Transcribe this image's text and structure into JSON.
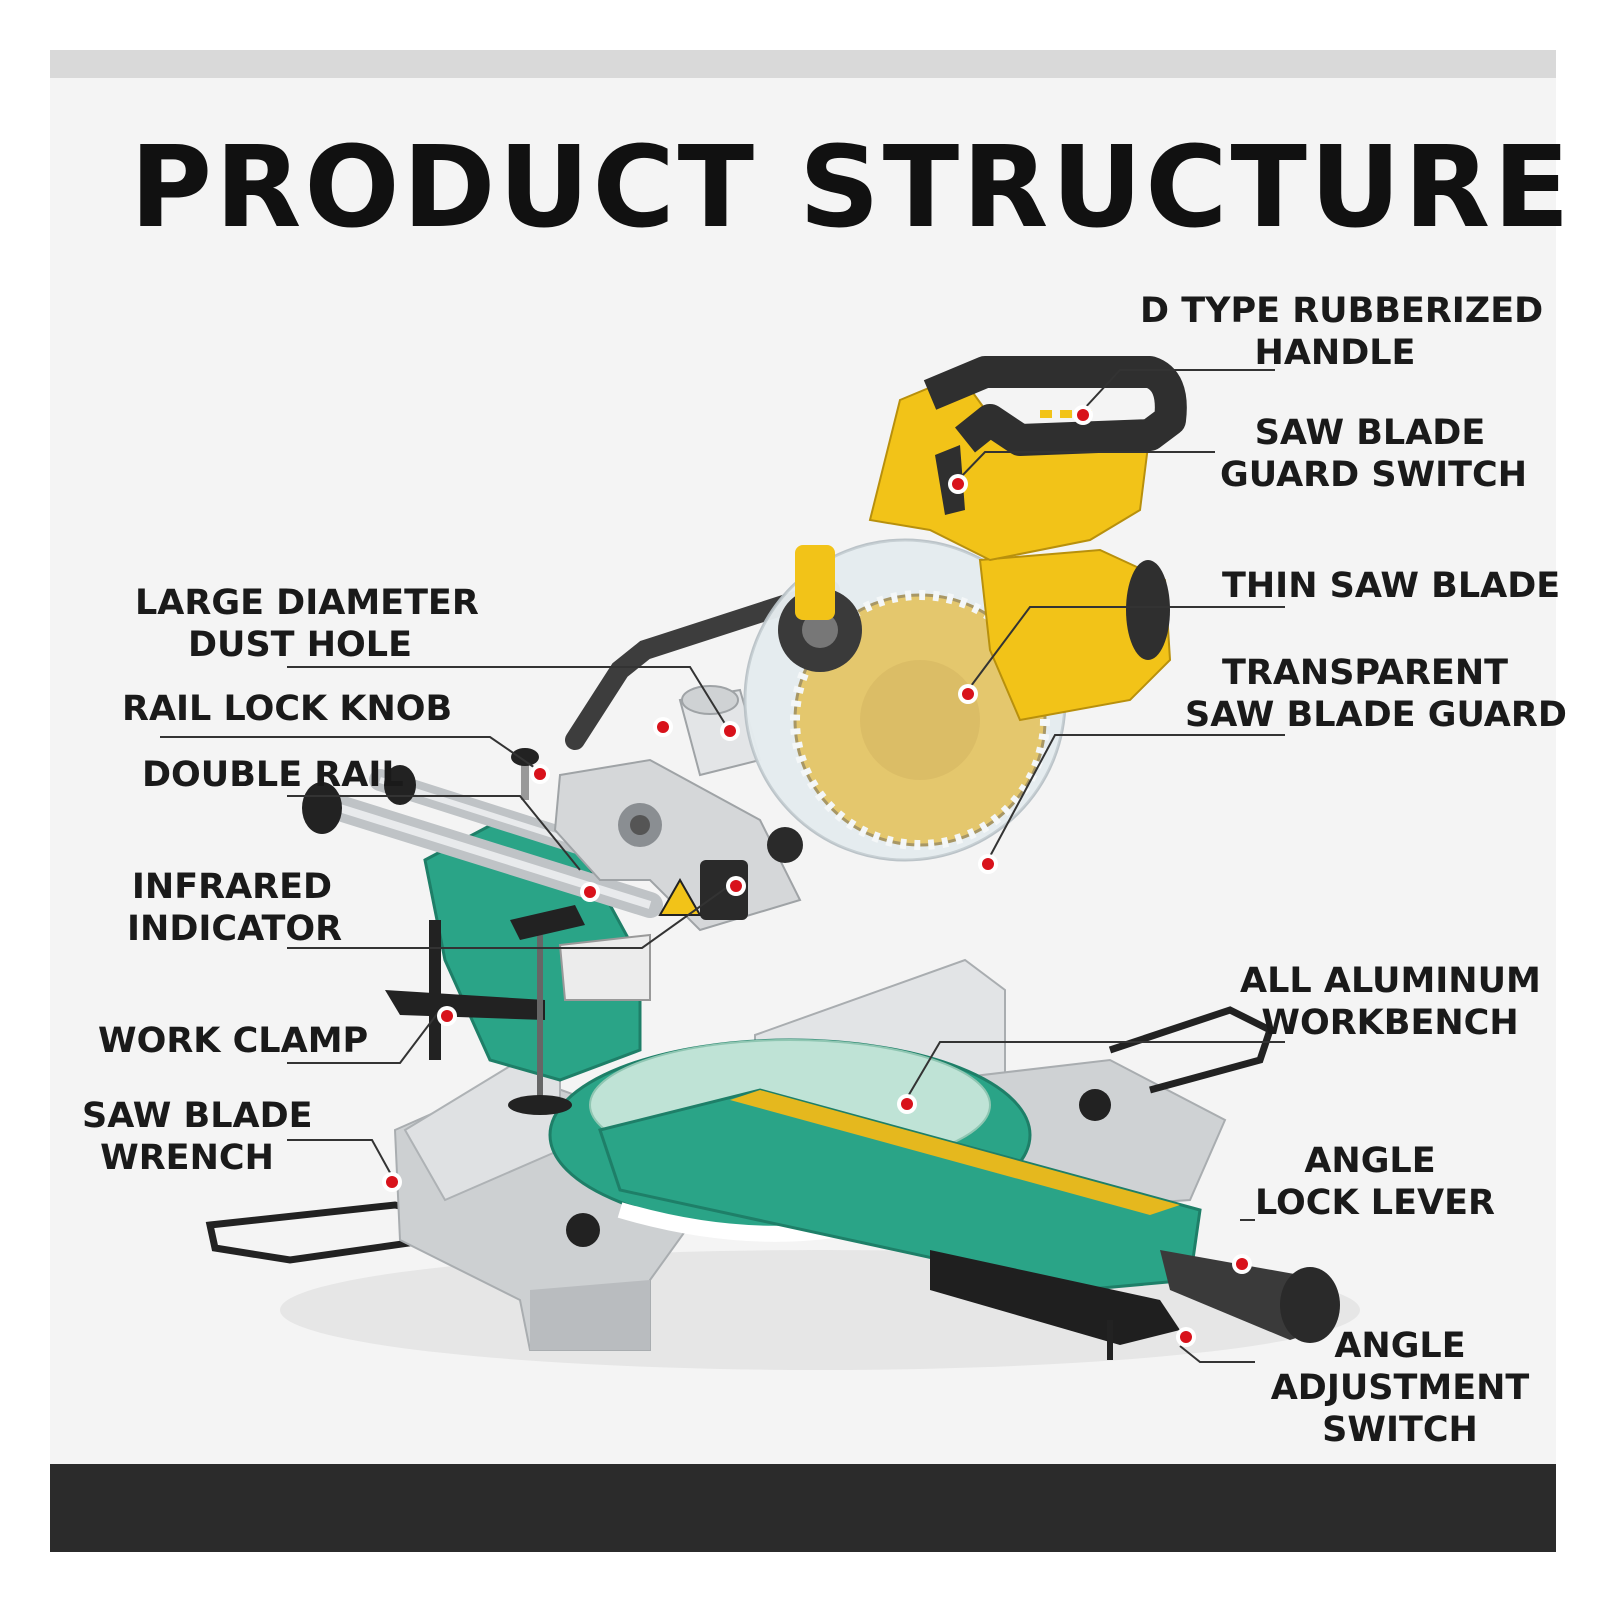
{
  "title": "PRODUCT STRUCTURE",
  "labels_left": {
    "dust_hole": [
      "LARGE DIAMETER",
      "DUST HOLE"
    ],
    "rail_lock_knob": [
      "RAIL LOCK KNOB"
    ],
    "double_rail": [
      "DOUBLE RAIL"
    ],
    "infrared_indicator": [
      "INFRARED",
      "INDICATOR"
    ],
    "work_clamp": [
      "WORK CLAMP"
    ],
    "saw_blade_wrench": [
      "SAW BLADE",
      "WRENCH"
    ]
  },
  "labels_right": {
    "rubberized_handle": [
      "D TYPE RUBBERIZED",
      "HANDLE"
    ],
    "guard_switch": [
      "SAW BLADE",
      "GUARD SWITCH"
    ],
    "thin_saw_blade": [
      "THIN SAW BLADE"
    ],
    "transparent_guard": [
      "TRANSPARENT",
      "SAW BLADE GUARD"
    ],
    "aluminum_workbench": [
      "ALL ALUMINUM",
      "WORKBENCH"
    ],
    "angle_lock_lever": [
      "ANGLE",
      "LOCK LEVER"
    ],
    "angle_adjustment_switch": [
      "ANGLE",
      "ADJUSTMENT",
      "SWITCH"
    ]
  },
  "colors": {
    "panel_bg": "#f4f4f4",
    "top_bar": "#d9d9d9",
    "bottom_bar": "#2b2b2b",
    "saw_yellow": "#f2c318",
    "base_green": "#2aa487",
    "aluminum": "#cfd2d4",
    "marker_red": "#d8121b"
  }
}
